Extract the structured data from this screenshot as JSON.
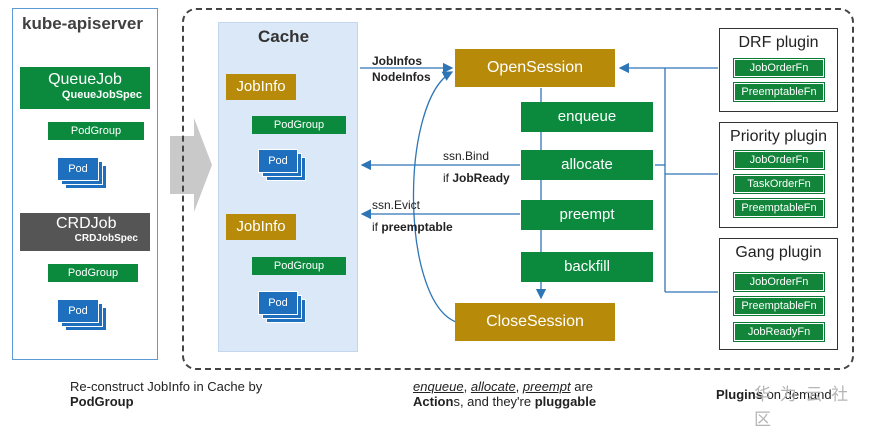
{
  "kube": {
    "title": "kube-apiserver",
    "queuejob": "QueueJob",
    "queuejobspec": "QueueJobSpec",
    "podgroup1": "PodGroup",
    "pod1": "Pod",
    "crdjob": "CRDJob",
    "crdjobspec": "CRDJobSpec",
    "podgroup2": "PodGroup",
    "pod2": "Pod"
  },
  "cache": {
    "title": "Cache",
    "jobinfo1": "JobInfo",
    "podgroup1": "PodGroup",
    "pod1": "Pod",
    "jobinfo2": "JobInfo",
    "podgroup2": "PodGroup",
    "pod2": "Pod"
  },
  "session": {
    "open": "OpenSession",
    "close": "CloseSession",
    "actions": [
      "enqueue",
      "allocate",
      "preempt",
      "backfill"
    ],
    "jobinfos": "JobInfos",
    "nodeinfos": "NodeInfos",
    "bind": "ssn.Bind",
    "bind_cond_prefix": "if ",
    "bind_cond": "JobReady",
    "evict": "ssn.Evict",
    "evict_cond_prefix": "if ",
    "evict_cond": "preemptable"
  },
  "plugins": {
    "drf": {
      "title": "DRF plugin",
      "fns": [
        "JobOrderFn",
        "PreemptableFn"
      ]
    },
    "priority": {
      "title": "Priority plugin",
      "fns": [
        "JobOrderFn",
        "TaskOrderFn",
        "PreemptableFn"
      ]
    },
    "gang": {
      "title": "Gang plugin",
      "fns": [
        "JobOrderFn",
        "PreemptableFn",
        "JobReadyFn"
      ]
    }
  },
  "captions": {
    "left_line1": "Re-construct JobInfo in Cache by",
    "left_line2": "PodGroup",
    "mid_enqueue": "enqueue",
    "mid_comma1": ", ",
    "mid_allocate": "allocate",
    "mid_comma2": ", ",
    "mid_preempt": "preempt",
    "mid_are": " are",
    "mid_actions": "Action",
    "mid_s": "s, and they're ",
    "mid_pluggable": "pluggable",
    "right_plugins": "Plugins",
    "right_on": " on demand"
  },
  "watermark": "华 为 云 社 区",
  "colors": {
    "green": "#12853a",
    "gold": "#b78a0a",
    "blue": "#2e75b6",
    "cache_bg": "#dbe8f7"
  }
}
